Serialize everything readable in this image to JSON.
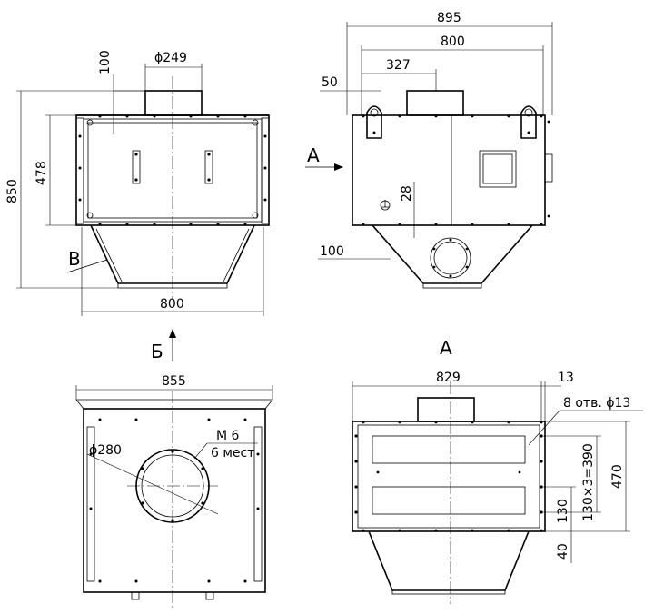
{
  "dimensions": {
    "front_top_dia": "ϕ249",
    "front_top_offset": "100",
    "front_body_height": "478",
    "front_total_height": "850",
    "front_base_width": "800",
    "side_total_width": "895",
    "side_inner_width": "800",
    "side_offset_327": "327",
    "side_offset_50": "50",
    "side_offset_28": "28",
    "side_offset_100": "100",
    "bottom_width": "855",
    "bottom_hole_dia": "ϕ280",
    "bottom_thread": "M 6",
    "bottom_thread_count": "6 мест",
    "rear_width": "829",
    "rear_offset_13": "13",
    "rear_holes": "8 отв. ϕ13",
    "rear_pitch": "130×3=390",
    "rear_height": "470",
    "rear_130": "130",
    "rear_40": "40"
  },
  "view_labels": {
    "arrow_a": "А",
    "arrow_b": "В",
    "arrow_b_cyr": "Б",
    "view_a_title": "А"
  }
}
